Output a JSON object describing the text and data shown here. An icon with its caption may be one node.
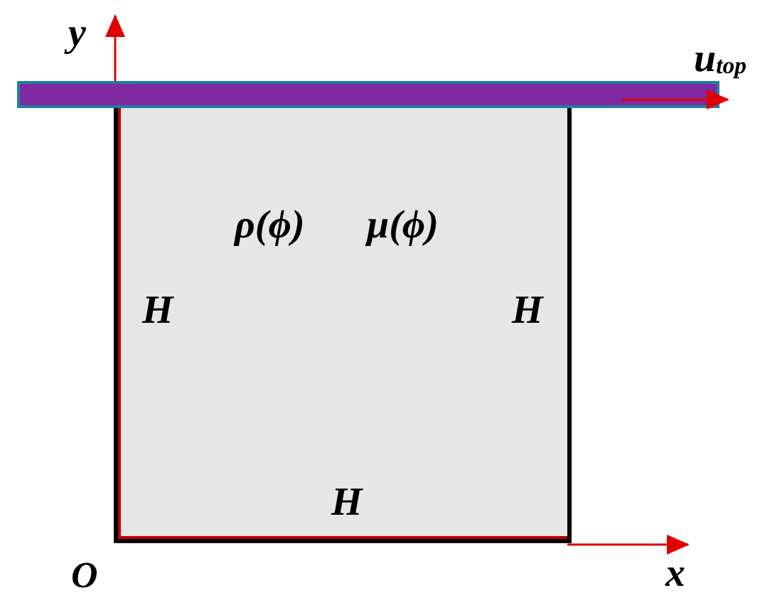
{
  "diagram": {
    "nodes": [
      {
        "text": [],
        "shape": "bar"
      },
      {
        "text": [
          "ρ(ϕ)",
          "μ(ϕ)",
          "H",
          "H",
          "H"
        ]
      }
    ],
    "labels": [
      "y",
      "u$_{top}$",
      "O",
      "x"
    ]
  }
}
